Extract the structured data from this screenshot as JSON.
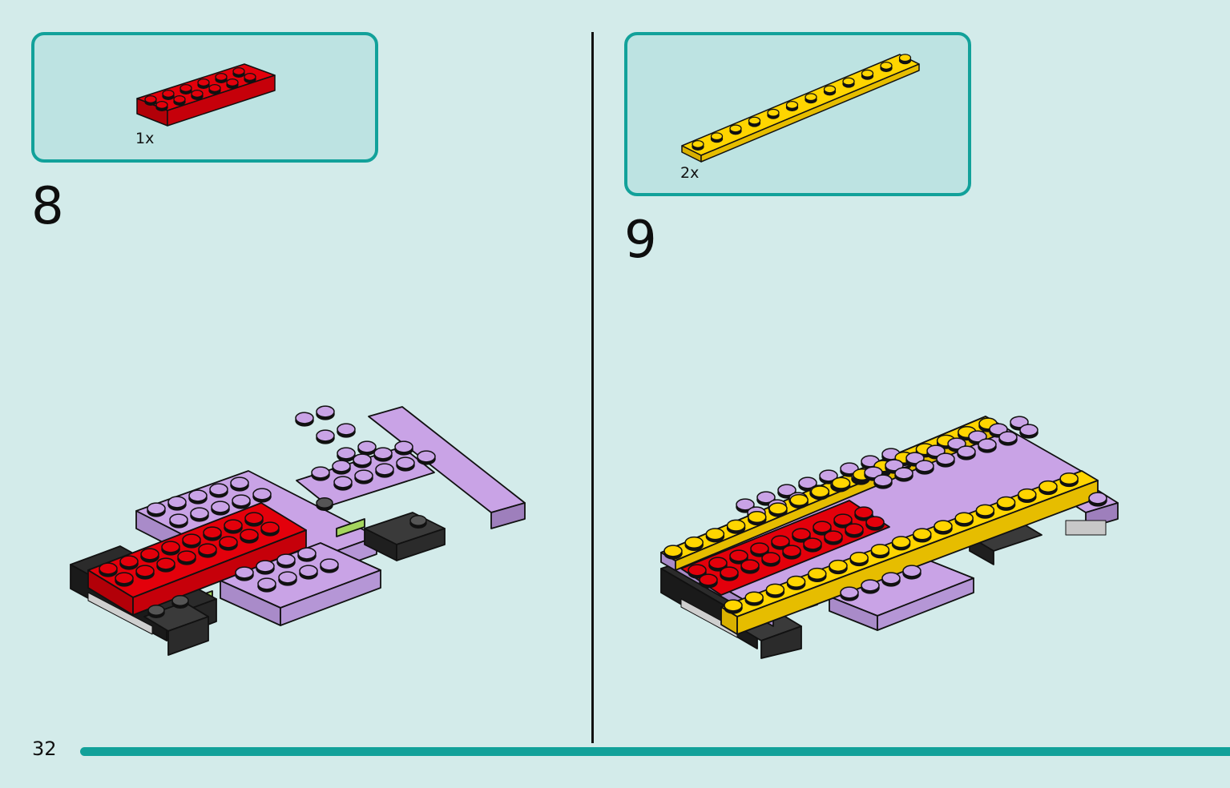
{
  "page": {
    "number": "32"
  },
  "steps": [
    {
      "number": "8",
      "parts": [
        {
          "quantity": "1x",
          "part": "plate-2x6",
          "color": "#e3000b"
        }
      ]
    },
    {
      "number": "9",
      "parts": [
        {
          "quantity": "2x",
          "part": "plate-1x12",
          "color": "#ffd500"
        }
      ]
    }
  ],
  "colors": {
    "accent": "#12a19a",
    "background": "#d3ebea",
    "parts_box_fill": "#bde3e2",
    "lavender": "#c9a3e6",
    "red": "#e3000b",
    "yellow": "#ffd500",
    "black": "#1f1f1f"
  }
}
